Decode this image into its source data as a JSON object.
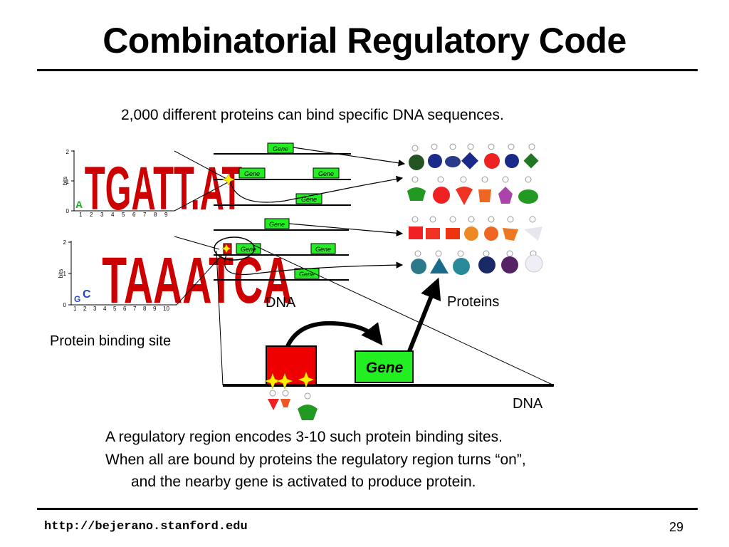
{
  "slide": {
    "title": "Combinatorial Regulatory Code",
    "subtitle": "2,000 different proteins can bind specific DNA sequences.",
    "labels": {
      "dna_small": "DNA",
      "proteins": "Proteins",
      "protein_binding_site": "Protein binding site",
      "dna_large": "DNA",
      "gene_large": "Gene",
      "gene_small": "Gene",
      "bits": "bits"
    },
    "logo1": {
      "sequence": "TGATT.AT",
      "ticks_y": [
        "0",
        "1",
        "2"
      ],
      "ticks_x": [
        "1",
        "2",
        "3",
        "4",
        "5",
        "6",
        "7",
        "8",
        "9"
      ]
    },
    "logo2": {
      "sequence": "TAAATCA",
      "ticks_y": [
        "0",
        "1",
        "2"
      ],
      "ticks_x": [
        "1",
        "2",
        "3",
        "4",
        "5",
        "6",
        "7",
        "8",
        "9",
        "10"
      ]
    },
    "body": {
      "line1": "A regulatory region encodes 3-10 such protein binding sites.",
      "line2": "When all are bound by proteins the regulatory region turns “on”,",
      "line3": "and the nearby gene is activated to produce protein."
    },
    "footer": {
      "url": "http://bejerano.stanford.edu",
      "page": "29"
    }
  },
  "colors": {
    "gene_green": "#22ee22",
    "site_red": "#ee0000",
    "logo_T": "#cc0000",
    "logo_A": "#22aa22",
    "logo_G": "#eeaa00",
    "logo_C": "#2244cc",
    "star": "#ffee00"
  },
  "icons": [
    "protein-keychain-icon",
    "sparkle-star-icon",
    "arrow-icon"
  ]
}
